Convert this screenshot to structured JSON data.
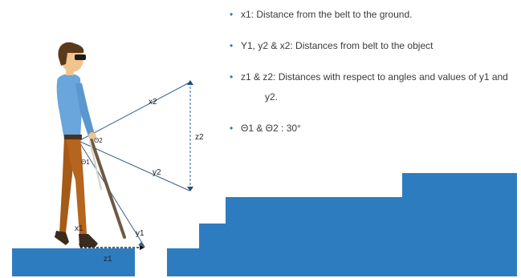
{
  "bullets": [
    "x1: Distance from the belt to the ground.",
    "Y1, y2 & x2: Distances from belt to the object",
    "z1 & z2: Distances with respect to angles and values of y1 and",
    "y2.",
    "Θ1 & Θ2 :  30°"
  ],
  "labels": {
    "x1": "x1",
    "x2": "x2",
    "y1": "y1",
    "y2": "y2",
    "z1": "z1",
    "z2": "z2",
    "theta1": "Θ1",
    "theta2": "Θ2"
  },
  "colors": {
    "steps": "#2e7cc0",
    "shirt": "#6aa5db",
    "pants": "#b5651d",
    "skin": "#f1c48f",
    "hair": "#5a3a1a",
    "cane": "#6b5a44",
    "bullet_dot": "#2e75b6"
  }
}
